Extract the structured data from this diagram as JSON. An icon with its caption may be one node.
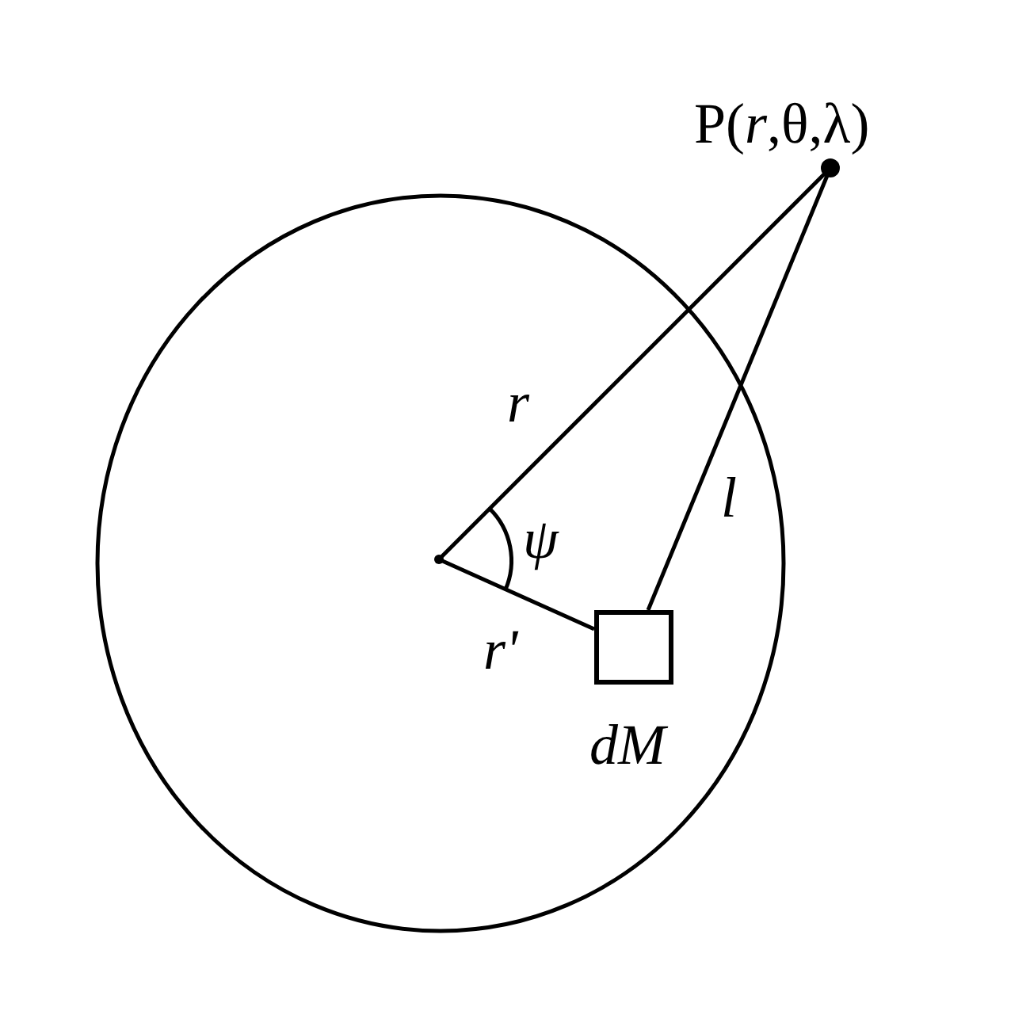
{
  "diagram": {
    "nodes": [
      {
        "text": [],
        "shape": "circle"
      },
      {
        "text": [],
        "shape": "point",
        "in": 0
      },
      {
        "text": [
          "*dM*"
        ],
        "in": 0
      },
      {
        "text": [
          "P(*r*,θ,λ)"
        ]
      }
    ],
    "edges": [
      {
        "from": 1,
        "to": 3,
        "arrow": "none",
        "label": "r"
      },
      {
        "from": 1,
        "to": 2,
        "arrow": "none",
        "label": "r'"
      },
      {
        "from": 2,
        "to": 3,
        "arrow": "none",
        "label": "l"
      }
    ],
    "labels": [
      "ψ"
    ]
  }
}
